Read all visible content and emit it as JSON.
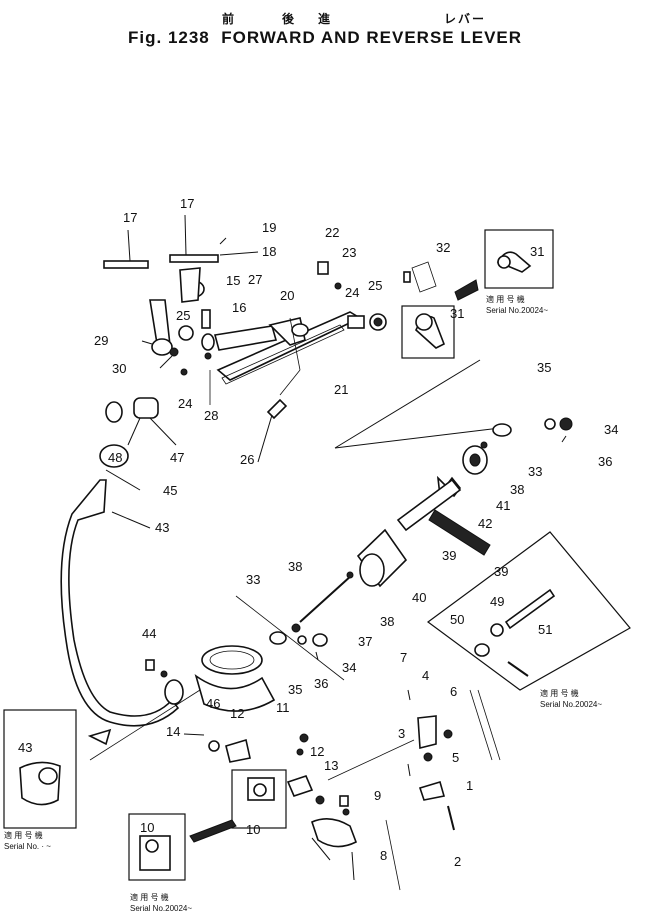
{
  "header": {
    "japanese_title": [
      "前",
      "後",
      "進",
      "レバー"
    ],
    "figure_label": "Fig. 1238",
    "english_title": "FORWARD AND REVERSE LEVER"
  },
  "part_labels": {
    "p1": "1",
    "p2": "2",
    "p3": "3",
    "p4": "4",
    "p5": "5",
    "p6": "6",
    "p7": "7",
    "p8": "8",
    "p9": "9",
    "p10": "10",
    "p11": "11",
    "p12": "12",
    "p13": "13",
    "p14": "14",
    "p15": "15",
    "p16": "16",
    "p17": "17",
    "p18": "18",
    "p19": "19",
    "p20": "20",
    "p21": "21",
    "p22": "22",
    "p23": "23",
    "p24": "24",
    "p25": "25",
    "p26": "26",
    "p27": "27",
    "p28": "28",
    "p29": "29",
    "p30": "30",
    "p31": "31",
    "p32": "32",
    "p33": "33",
    "p34": "34",
    "p35": "35",
    "p36": "36",
    "p37": "37",
    "p38": "38",
    "p39": "39",
    "p40": "40",
    "p41": "41",
    "p42": "42",
    "p43": "43",
    "p44": "44",
    "p45": "45",
    "p46": "46",
    "p47": "47",
    "p48": "48",
    "p49": "49",
    "p50": "50",
    "p51": "51"
  },
  "inset_notes": {
    "kanji": "適 用 号 機",
    "serial_20024": "Serial No.20024~",
    "serial_blank": "Serial No.  ·  ~"
  }
}
